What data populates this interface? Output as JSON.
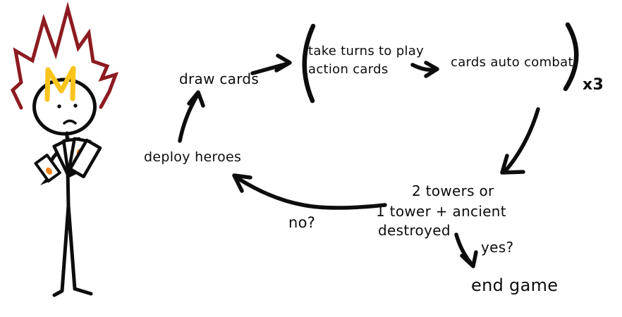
{
  "background": "#ffffff",
  "ink_color": "#0d0d0d",
  "character": {
    "icon": "spiky-hair-card-duelist",
    "hair_color": "#8d1b21",
    "bangs_color": "#fac41d",
    "card_accent_color": "#f6871f",
    "card_face_color": "#ffffff"
  },
  "flow": {
    "draw_cards": "draw cards",
    "loop": {
      "step1_line1": "take turns to play",
      "step1_line2": "action cards",
      "step2": "cards auto combat",
      "repeat_label": "x3"
    },
    "deploy_heroes": "deploy heroes",
    "condition": {
      "line1": "2 towers or",
      "line2": "1 tower + ancient",
      "line3": "destroyed"
    },
    "no_label": "no?",
    "yes_label": "yes?",
    "end_game": "end game"
  }
}
